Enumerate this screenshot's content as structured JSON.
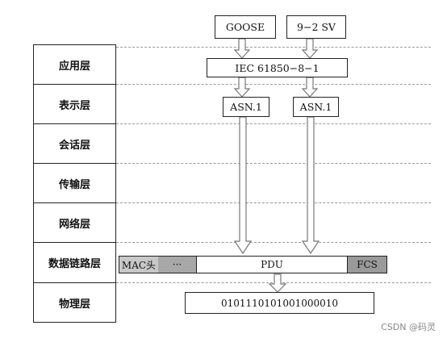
{
  "layers": [
    "应用层",
    "表示层",
    "会话层",
    "传输层",
    "网络层",
    "数据链路层",
    "物理层"
  ],
  "top_boxes": {
    "goose": "GOOSE",
    "sv": "9−2 SV"
  },
  "iec_box": "IEC 61850−8−1",
  "asn_left": "ASN.1",
  "asn_right": "ASN.1",
  "frame": {
    "mac": "MAC头",
    "dots": "···",
    "pdu": "PDU",
    "fcs": "FCS"
  },
  "bits": "0101110101001000010",
  "watermark": "CSDN @码灵"
}
